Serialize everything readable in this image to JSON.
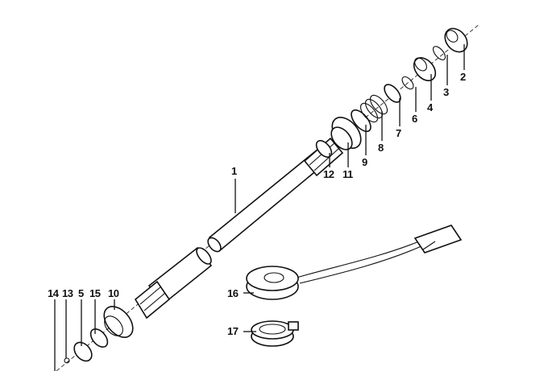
{
  "diagram": {
    "title": "Steering column shaft exploded view",
    "labels": {
      "p1": "1",
      "p2": "2",
      "p3": "3",
      "p4": "4",
      "p5": "5",
      "p6": "6",
      "p7": "7",
      "p8": "8",
      "p9": "9",
      "p10": "10",
      "p11": "11",
      "p12": "12",
      "p13": "13",
      "p14": "14",
      "p15": "15",
      "p16": "16",
      "p17": "17"
    }
  }
}
